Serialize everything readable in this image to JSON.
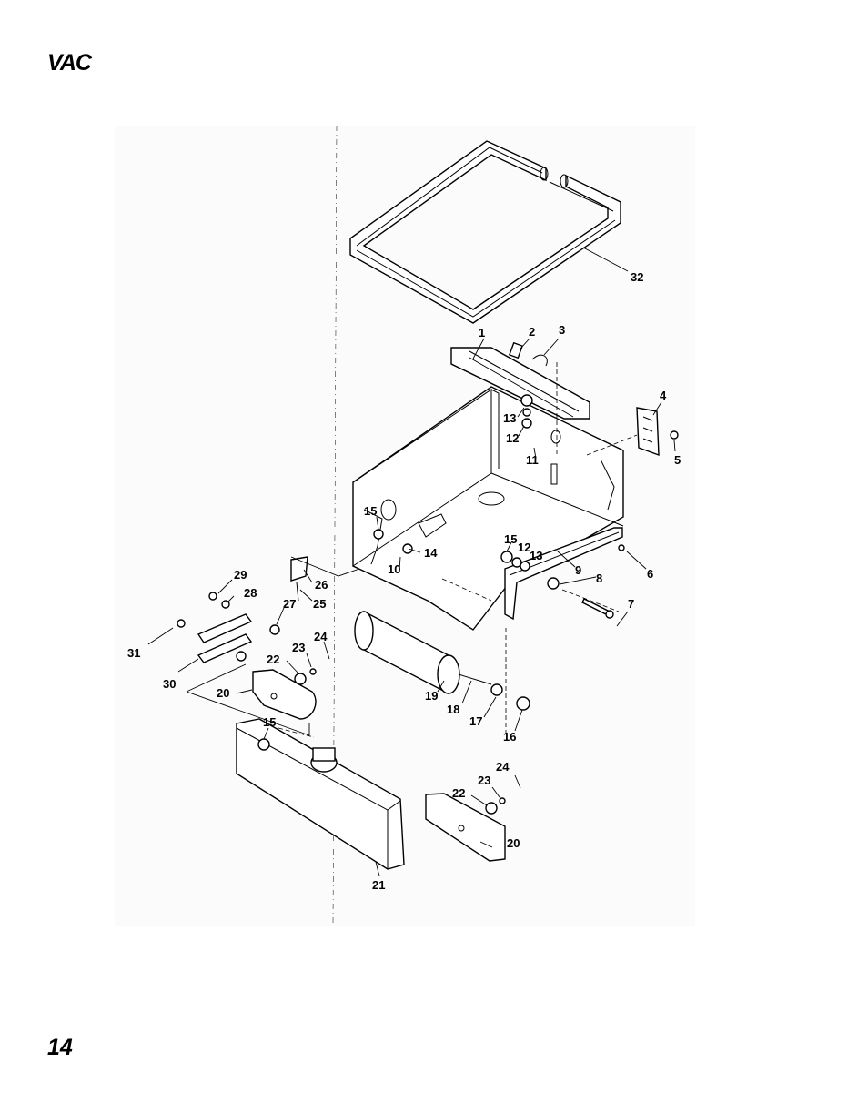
{
  "header": {
    "title": "VAC"
  },
  "footer": {
    "page_number": "14"
  },
  "callouts": {
    "c1": "1",
    "c2": "2",
    "c3": "3",
    "c4": "4",
    "c5": "5",
    "c6": "6",
    "c7": "7",
    "c8": "8",
    "c9": "9",
    "c10": "10",
    "c11": "11",
    "c12a": "12",
    "c12b": "12",
    "c13a": "13",
    "c13b": "13",
    "c14": "14",
    "c15a": "15",
    "c15b": "15",
    "c15c": "15",
    "c16": "16",
    "c17": "17",
    "c18": "18",
    "c19": "19",
    "c20a": "20",
    "c20b": "20",
    "c21": "21",
    "c22a": "22",
    "c22b": "22",
    "c23a": "23",
    "c23b": "23",
    "c24a": "24",
    "c24b": "24",
    "c25": "25",
    "c26": "26",
    "c27": "27",
    "c28": "28",
    "c29": "29",
    "c30": "30",
    "c31": "31",
    "c32": "32"
  }
}
